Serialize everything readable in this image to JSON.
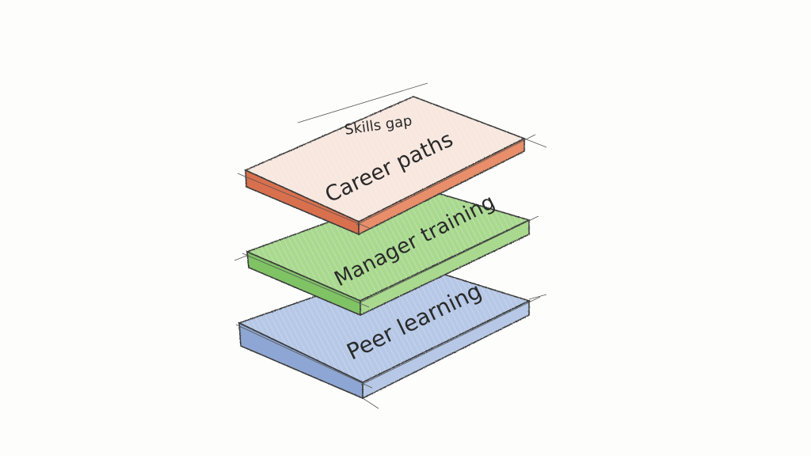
{
  "layers": [
    {
      "id": "top",
      "title": "Skills gap",
      "label": "Career paths",
      "color": "#e98e6a",
      "side_color": "#d9704d"
    },
    {
      "id": "middle",
      "label": "Manager training",
      "color": "#a9d98f",
      "side_color": "#7fc365"
    },
    {
      "id": "bottom",
      "label": "Peer learning",
      "color": "#b6c8e6",
      "side_color": "#8ea6d3"
    }
  ]
}
